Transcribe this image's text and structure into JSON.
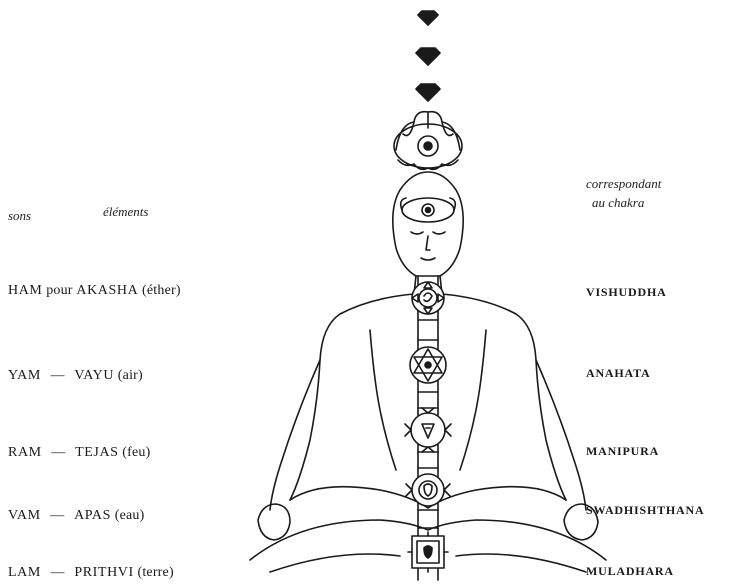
{
  "headers": {
    "sounds": "sons",
    "elements": "éléments",
    "chakra_line1": "correspondant",
    "chakra_line2": "au chakra"
  },
  "rows": [
    {
      "sound": "HAM",
      "joiner": "pour",
      "element": "AKASHA",
      "element_fr": "(éther)",
      "chakra": "VISHUDDHA"
    },
    {
      "sound": "YAM",
      "joiner": "—",
      "element": "VAYU",
      "element_fr": "(air)",
      "chakra": "ANAHATA"
    },
    {
      "sound": "RAM",
      "joiner": "—",
      "element": "TEJAS",
      "element_fr": "(feu)",
      "chakra": "MANIPURA"
    },
    {
      "sound": "VAM",
      "joiner": "—",
      "element": "APAS",
      "element_fr": "(eau)",
      "chakra": "SWADHISHTHANA"
    },
    {
      "sound": "LAM",
      "joiner": "—",
      "element": "PRITHVI",
      "element_fr": "(terre)",
      "chakra": "MULADHARA"
    }
  ]
}
